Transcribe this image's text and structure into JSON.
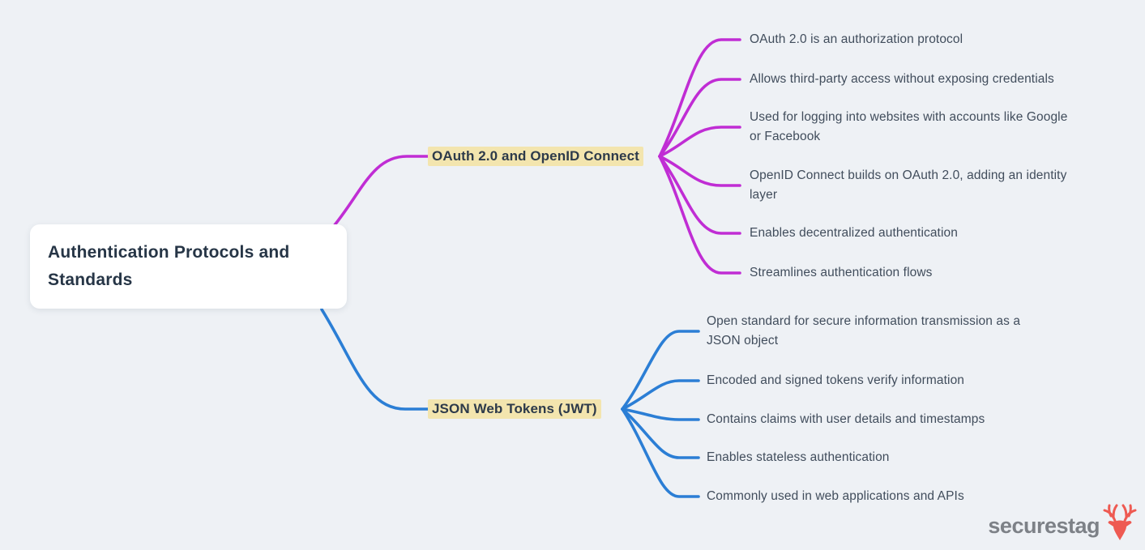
{
  "root": {
    "title": "Authentication Protocols and\nStandards"
  },
  "branches": [
    {
      "label": "OAuth 2.0 and OpenID Connect",
      "color": "#c02dd4",
      "children": [
        "OAuth 2.0 is an authorization protocol",
        "Allows third-party access without exposing credentials",
        "Used for logging into websites with accounts like Google\nor Facebook",
        "OpenID Connect builds on OAuth 2.0, adding an identity\nlayer",
        "Enables decentralized authentication",
        "Streamlines authentication flows"
      ]
    },
    {
      "label": "JSON Web Tokens (JWT)",
      "color": "#2b7ed5",
      "children": [
        "Open standard for secure information transmission as a\nJSON object",
        "Encoded and signed tokens verify information",
        "Contains claims with user details and timestamps",
        "Enables stateless authentication",
        "Commonly used in web applications and APIs"
      ]
    }
  ],
  "watermark": {
    "brand": "securestag",
    "icon": "stag-icon",
    "brand_color": "#7d8187",
    "icon_color": "#ee5a52"
  },
  "colors": {
    "background": "#eef1f5",
    "root_node_bg": "#ffffff",
    "root_text": "#263546",
    "branch_highlight_bg": "#f3e5ae",
    "branch_text": "#2d3a4a",
    "leaf_text": "#414d5c",
    "oauth_edge": "#c02dd4",
    "jwt_edge": "#2b7ed5"
  }
}
